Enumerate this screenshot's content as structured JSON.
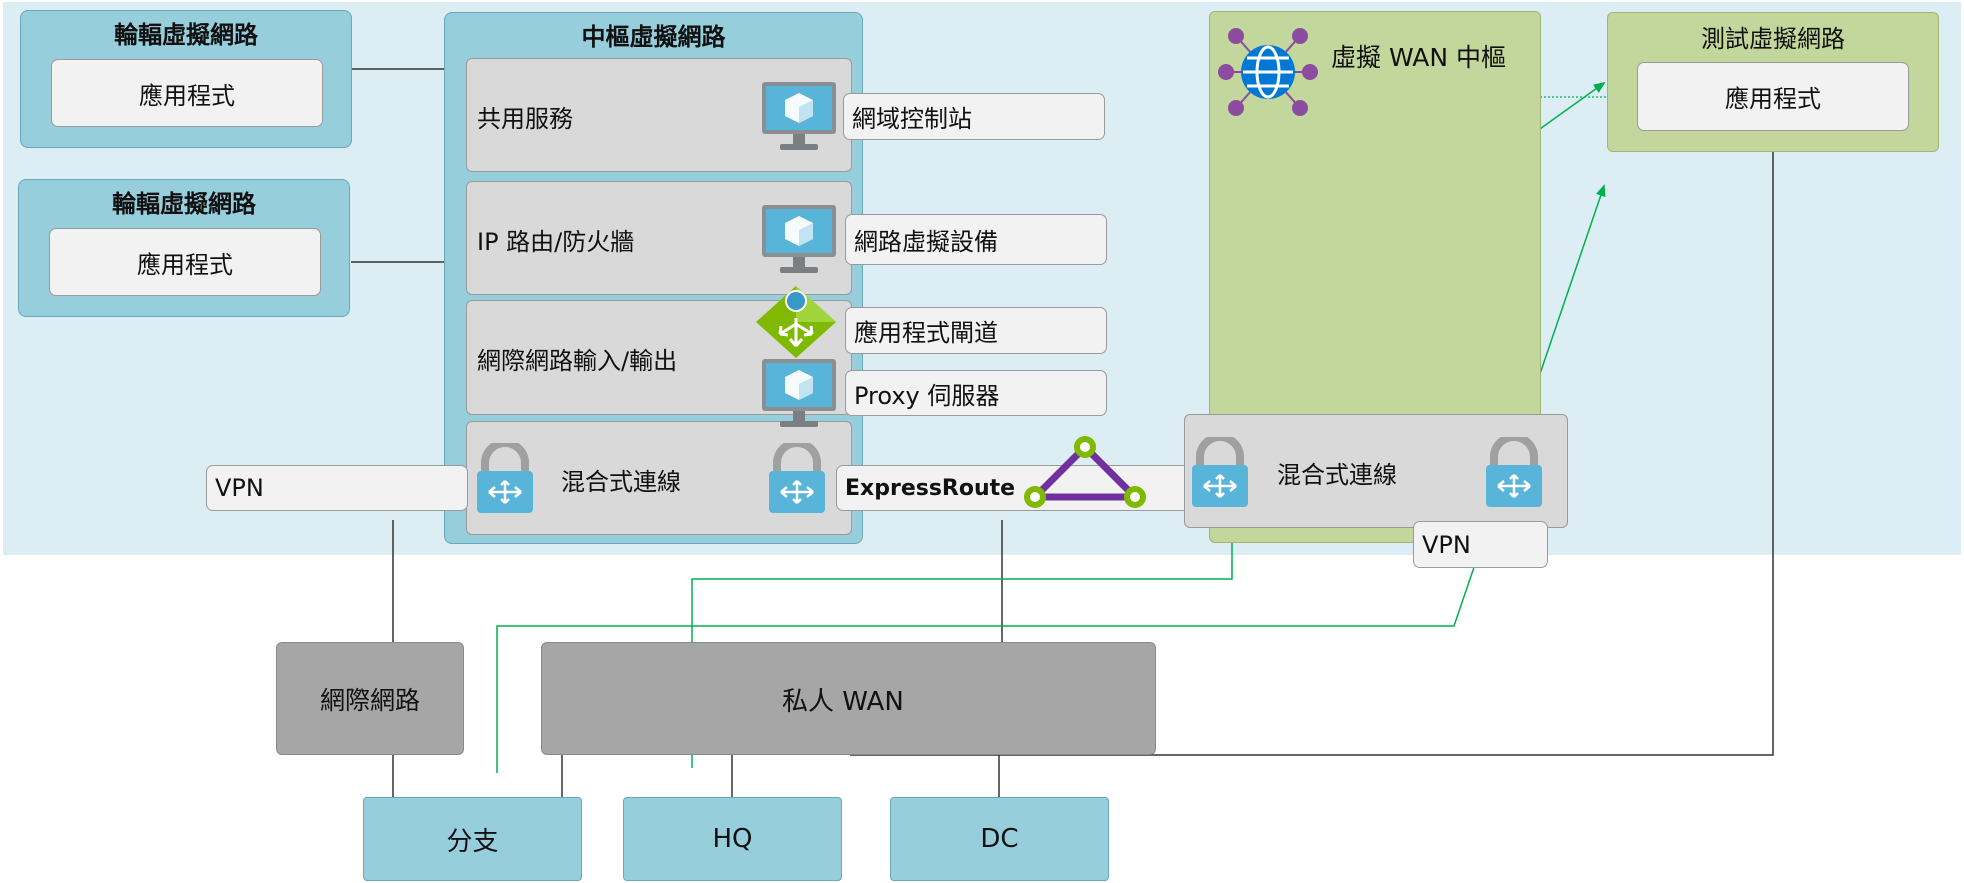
{
  "spoke_vnets": [
    {
      "title": "輪輻虛擬網路",
      "app": "應用程式"
    },
    {
      "title": "輪輻虛擬網路",
      "app": "應用程式"
    }
  ],
  "hub_vnet": {
    "title": "中樞虛擬網路",
    "sections": [
      {
        "label": "共用服務",
        "callout": "網域控制站"
      },
      {
        "label": "IP 路由/防火牆",
        "callout": "網路虛擬設備"
      },
      {
        "label": "網際網路輸入/輸出",
        "callouts": [
          "應用程式閘道",
          "Proxy 伺服器"
        ]
      },
      {
        "label": "混合式連線"
      }
    ]
  },
  "vpn_left": "VPN",
  "expressroute": "ExpressRoute",
  "virtual_wan_hub": {
    "title": "虛擬 WAN 中樞",
    "hybrid_label": "混合式連線",
    "vpn": "VPN"
  },
  "test_vnet": {
    "title": "測試虛擬網路",
    "app": "應用程式"
  },
  "internet": "網際網路",
  "private_wan": "私人 WAN",
  "sites": {
    "branch": "分支",
    "hq": "HQ",
    "dc": "DC"
  },
  "colors": {
    "vnet": "#96cedc",
    "region": "#dcedf3",
    "vwan": "#c3d69b",
    "wan": "#a6a6a6",
    "green_line": "#00b050",
    "triangle": "#7030a0"
  }
}
